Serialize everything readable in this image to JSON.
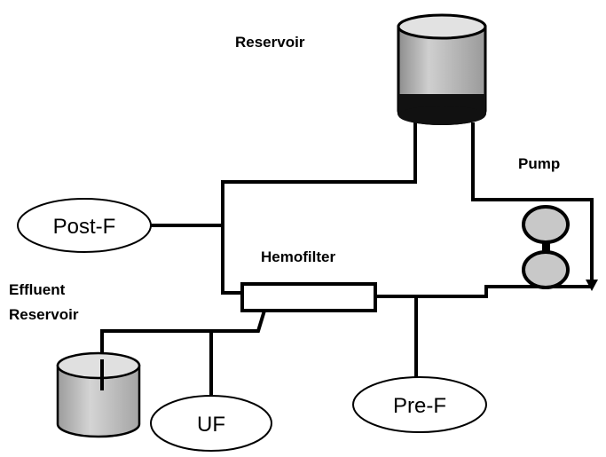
{
  "labels": {
    "reservoir": "Reservoir",
    "pump": "Pump",
    "hemofilter": "Hemofilter",
    "effluent_line1": "Effluent",
    "effluent_line2": "Reservoir",
    "post_f": "Post-F",
    "pre_f": "Pre-F",
    "uf": "UF"
  },
  "colors": {
    "line": "#000000",
    "reservoir_body": "#b8b8b8",
    "reservoir_band": "#111111",
    "effluent_body": "#c0c0c0",
    "background": "#ffffff"
  }
}
